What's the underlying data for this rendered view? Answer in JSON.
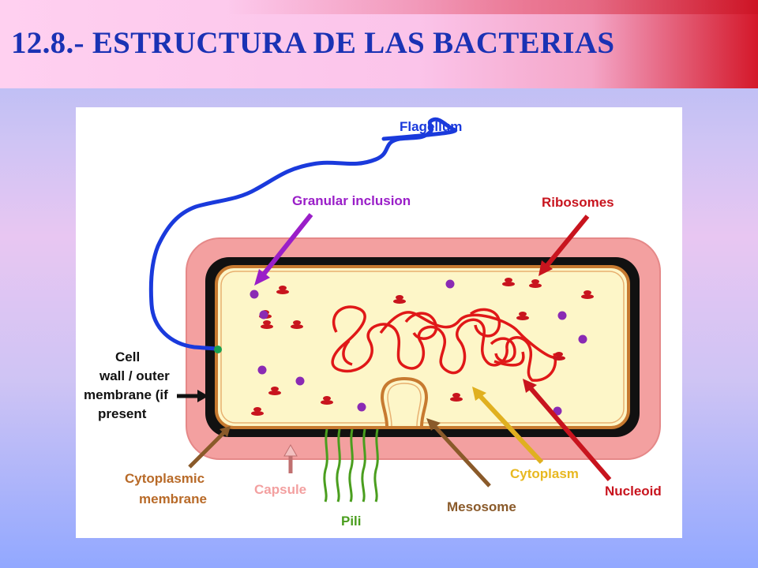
{
  "title": "12.8.- ESTRUCTURA DE LAS BACTERIAS",
  "labels": {
    "flagellum": "Flagellum",
    "granular_inclusion": "Granular inclusion",
    "ribosomes": "Ribosomes",
    "cell_wall_line1": "Cell",
    "cell_wall_line2": "wall / outer",
    "cell_wall_line3": "membrane (if",
    "cell_wall_line4": "present",
    "cytoplasmic_membrane_line1": "Cytoplasmic",
    "cytoplasmic_membrane_line2": "membrane",
    "capsule": "Capsule",
    "pili": "Pili",
    "mesosome": "Mesosome",
    "cytoplasm": "Cytoplasm",
    "nucleoid": "Nucleoid"
  },
  "colors": {
    "title": "#1a32b4",
    "flagellum": "#1a3adc",
    "granular_inclusion": "#9a1ec8",
    "ribosomes": "#c8141e",
    "cell_wall": "#111111",
    "cytoplasmic_membrane": "#b86a28",
    "capsule": "#f3a0a0",
    "pili": "#4a9e1e",
    "mesosome": "#8a5a2a",
    "cytoplasm": "#fdf6c8",
    "nucleoid": "#e01818"
  }
}
